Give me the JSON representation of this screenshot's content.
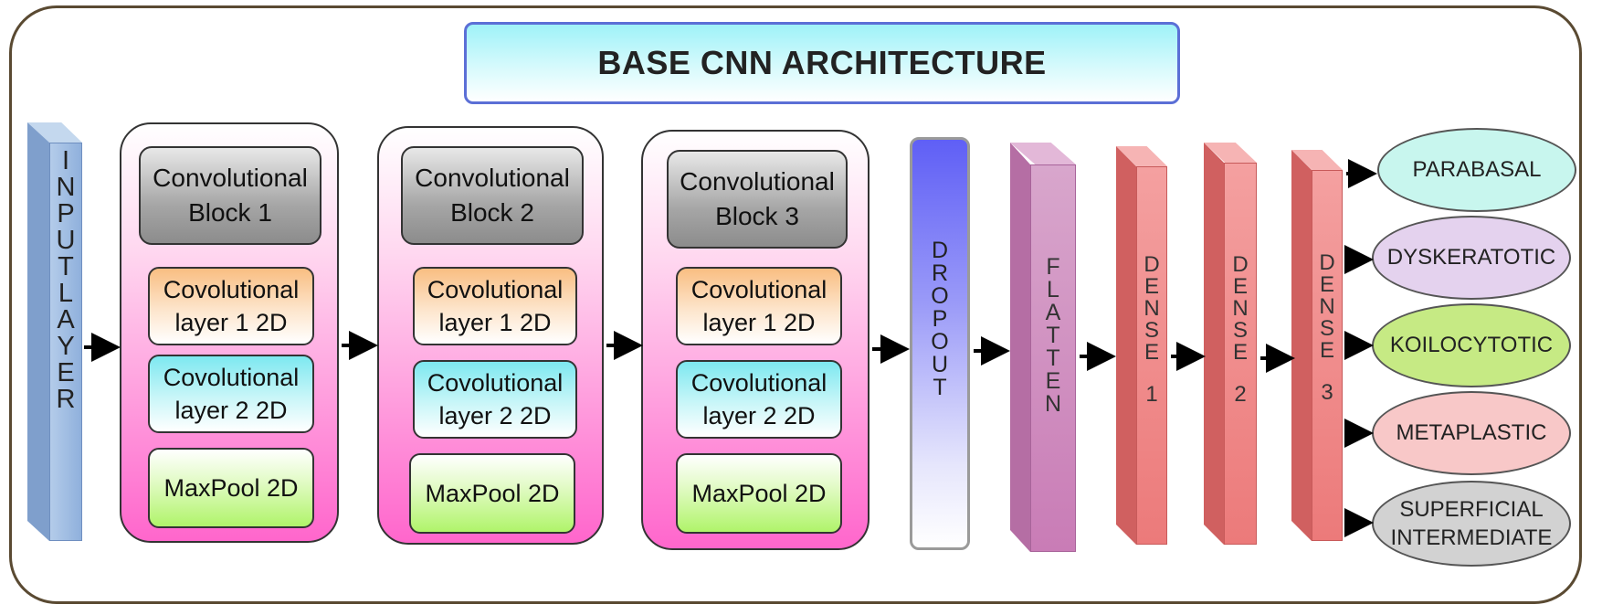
{
  "title": "BASE CNN ARCHITECTURE",
  "input_layer": [
    "I",
    "N",
    "P",
    "U",
    "T",
    "L",
    "A",
    "Y",
    "E",
    "R"
  ],
  "conv_blocks": [
    {
      "head": [
        "Convolutional",
        "Block 1"
      ],
      "layer1": [
        "Covolutional",
        "layer 1 2D"
      ],
      "layer2": [
        "Covolutional",
        "layer 2 2D"
      ],
      "pool": "MaxPool 2D"
    },
    {
      "head": [
        "Convolutional",
        "Block 2"
      ],
      "layer1": [
        "Covolutional",
        "layer 1 2D"
      ],
      "layer2": [
        "Covolutional",
        "layer 2 2D"
      ],
      "pool": "MaxPool 2D"
    },
    {
      "head": [
        "Convolutional",
        "Block 3"
      ],
      "layer1": [
        "Covolutional",
        "layer 1 2D"
      ],
      "layer2": [
        "Covolutional",
        "layer 2 2D"
      ],
      "pool": "MaxPool 2D"
    }
  ],
  "dropout": [
    "D",
    "R",
    "O",
    "P",
    "O",
    "U",
    "T"
  ],
  "flatten": [
    "F",
    "L",
    "A",
    "T",
    "T",
    "E",
    "N"
  ],
  "dense_layers": [
    {
      "letters": [
        "D",
        "E",
        "N",
        "S",
        "E"
      ],
      "number": "1"
    },
    {
      "letters": [
        "D",
        "E",
        "N",
        "S",
        "E"
      ],
      "number": "2"
    },
    {
      "letters": [
        "D",
        "E",
        "N",
        "S",
        "E"
      ],
      "number": "3"
    }
  ],
  "outputs": [
    {
      "lines": [
        "PARABASAL"
      ],
      "color": "#c8f6ee"
    },
    {
      "lines": [
        "DYSKERATOTIC"
      ],
      "color": "#e4d2ee"
    },
    {
      "lines": [
        "KOILOCYTOTIC"
      ],
      "color": "#c6ea84"
    },
    {
      "lines": [
        "METAPLASTIC"
      ],
      "color": "#f8c8c8"
    },
    {
      "lines": [
        "SUPERFICIAL",
        "INTERMEDIATE"
      ],
      "color": "#d2d2d2"
    }
  ],
  "colors": {
    "input_bar": "#a8c4e6",
    "dropout_bar": "#6a6af6",
    "flatten_bar": "#d48cc0",
    "dense_bar": "#f08a8a",
    "frame_border": "#5a4a32",
    "title_border": "#5b6fd6"
  }
}
